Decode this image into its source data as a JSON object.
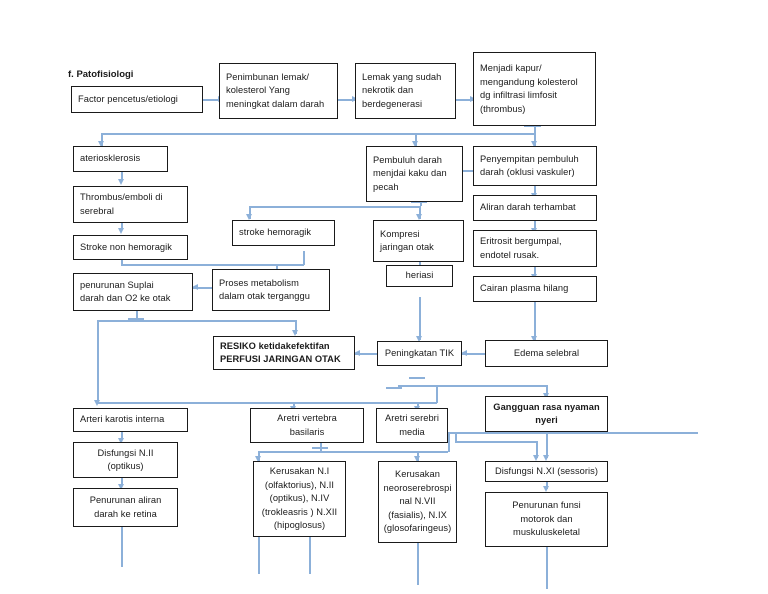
{
  "document": {
    "caption": "f. Patofisiologi",
    "line_color": "#8cb0d9",
    "box_border_color": "#1a1a1a",
    "text_color": "#1a1a1a",
    "background": "#ffffff"
  },
  "nodes": {
    "factor_pencetus": "Factor pencetus/etiologi",
    "penimbunan": "Penimbunan  lemak/ kolesterol  Yang meningkat dalam darah",
    "lemak_nekrotik": "Lemak yang sudah nekrotik dan berdegenerasi",
    "menjadi_kapur": "Menjadi kapur/ mengandung kolesterol dg infiltrasi limfosit (thrombus)",
    "ateriosklerosis": "ateriosklerosis",
    "pembuluh_darah_kaku": "Pembuluh darah menjdai kaku dan pecah",
    "penyempitan": "Penyempitan pembuluh darah (oklusi vaskuler)",
    "thrombus_emboli": "Thrombus/emboli di serebral",
    "aliran_terhambat": "Aliran darah terhambat",
    "stroke_hemoragik": "stroke hemoragik",
    "kompresi": "Kompresi jaringan otak",
    "eritrosit": "Eritrosit bergumpal, endotel rusak.",
    "stroke_non_hemoragik": "Stroke non hemoragik",
    "heriasi": "heriasi",
    "cairan_plasma": "Cairan plasma hilang",
    "penurunan_suplai": "penurunan  Suplai darah dan O2 ke otak",
    "proses_metabolism": "Proses metabolism dalam otak terganggu",
    "resiko_perfusi": "RESIKO ketidakefektifan PERFUSI JARINGAN OTAK",
    "peningkatan_tik": "Peningkatan TIK",
    "edema_selebral": "Edema selebral",
    "arteri_karotis": "Arteri karotis interna",
    "aretri_vertebra": "Aretri vertebra basilaris",
    "aretri_serebri": "Aretri serebri media",
    "gangguan_nyaman": "Gangguan rasa nyaman nyeri",
    "disfungsi_n2": "Disfungsi N.II (optikus)",
    "kerusakan_n1": "Kerusakan N.I (olfaktorius), N.II (optikus), N.IV (trokleasris ) N.XII (hipoglosus)",
    "kerusakan_neoro": "Kerusakan neoroserebrospi nal N.VII (fasialis), N.IX (glosofaringeus)",
    "disfungsi_n11": "Disfungsi N.XI (sessoris)",
    "penurunan_aliran_retina": "Penurunan aliran darah ke retina",
    "penurunan_fungsi_motorik": "Penurunan funsi motorok dan muskuluskeletal"
  },
  "node_lines": {
    "penimbunan": [
      "Penimbunan  lemak/",
      "kolesterol  Yang",
      "meningkat dalam darah"
    ],
    "lemak_nekrotik": [
      "Lemak yang sudah",
      "nekrotik dan",
      "berdegenerasi"
    ],
    "menjadi_kapur": [
      "Menjadi kapur/",
      "mengandung kolesterol",
      "dg infiltrasi limfosit",
      "(thrombus)"
    ],
    "pembuluh_darah_kaku": [
      "Pembuluh darah",
      "menjdai kaku dan",
      "pecah"
    ],
    "penyempitan": [
      "Penyempitan pembuluh",
      "darah (oklusi vaskuler)"
    ],
    "thrombus_emboli": [
      "Thrombus/emboli di",
      "serebral"
    ],
    "kompresi": [
      "Kompresi",
      "jaringan otak"
    ],
    "eritrosit": [
      "Eritrosit bergumpal,",
      "endotel rusak."
    ],
    "penurunan_suplai": [
      "penurunan  Suplai",
      "darah dan O2 ke otak"
    ],
    "proses_metabolism": [
      "Proses metabolism",
      "dalam otak terganggu"
    ],
    "resiko_perfusi": [
      "RESIKO ketidakefektifan",
      "PERFUSI JARINGAN OTAK"
    ],
    "aretri_vertebra": [
      "Aretri vertebra",
      "basilaris"
    ],
    "aretri_serebri": [
      "Aretri serebri",
      "media"
    ],
    "gangguan_nyaman": [
      "Gangguan rasa nyaman",
      "nyeri"
    ],
    "disfungsi_n2": [
      "Disfungsi N.II",
      "(optikus)"
    ],
    "kerusakan_n1": [
      "Kerusakan N.I",
      "(olfaktorius), N.II",
      "(optikus), N.IV",
      "(trokleasris ) N.XII",
      "(hipoglosus)"
    ],
    "kerusakan_neoro": [
      "Kerusakan",
      "neoroserebrospi",
      "nal N.VII",
      "(fasialis), N.IX",
      "(glosofaringeus)"
    ],
    "penurunan_aliran_retina": [
      "Penurunan aliran",
      "darah ke retina"
    ],
    "penurunan_fungsi_motorik": [
      "Penurunan funsi",
      "motorok dan",
      "muskuluskeletal"
    ]
  }
}
